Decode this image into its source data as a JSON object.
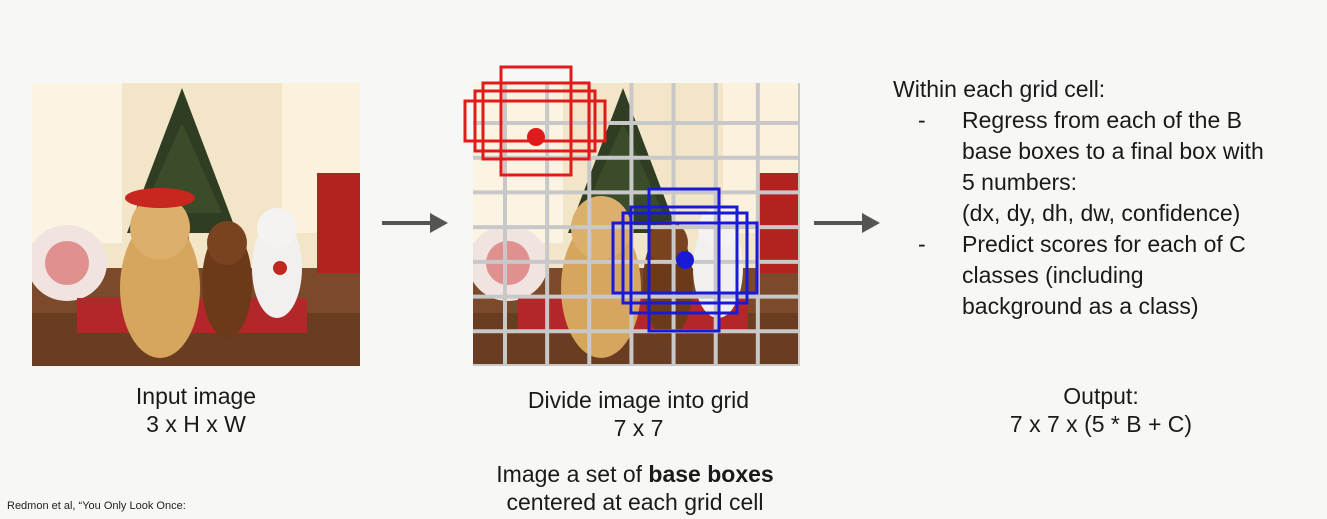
{
  "input": {
    "caption_line1": "Input image",
    "caption_line2": "3 x H x W"
  },
  "grid": {
    "caption_line1": "Divide image into grid",
    "caption_line2": "7 x 7",
    "rows": 7,
    "cols": 7,
    "grid_color": "#c8c8c8",
    "base_box_text_prefix": "Image a set of ",
    "base_box_text_bold": "base boxes",
    "base_box_text_line2": "centered at each grid cell",
    "red_color": "#e01b1b",
    "blue_color": "#1a1ad6"
  },
  "output": {
    "heading": "Within each grid cell:",
    "bullets": [
      {
        "dash": "-",
        "lines": [
          "Regress from each of the B",
          "base boxes to a final box with",
          "5 numbers:",
          "(dx, dy, dh, dw, confidence)"
        ]
      },
      {
        "dash": "-",
        "lines": [
          "Predict scores for each of C",
          "classes (including",
          "background as a class)"
        ]
      }
    ],
    "caption_line1": "Output:",
    "caption_line2": "7 x 7 x (5 * B + C)"
  },
  "citation": "Redmon et al, “You Only Look Once:",
  "icons": {
    "arrow1": "right-arrow-icon",
    "arrow2": "right-arrow-icon"
  },
  "arrow_color": "#555555"
}
